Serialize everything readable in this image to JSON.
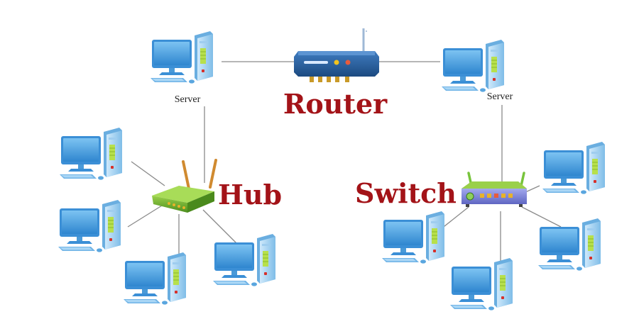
{
  "labels": {
    "router": "Router",
    "hub": "Hub",
    "switch": "Switch",
    "server_left": "Server",
    "server_right": "Server"
  },
  "colors": {
    "label_red": "#a31318",
    "monitor_blue": "#4aa3e0",
    "tower_blue": "#9fd0f0",
    "router_blue": "#2a5e9c",
    "hub_green": "#6fae2e",
    "switch_purple": "#7f86d8",
    "cable": "#8a8a8a"
  },
  "devices": [
    {
      "id": "router",
      "kind": "router"
    },
    {
      "id": "hub",
      "kind": "hub"
    },
    {
      "id": "switch",
      "kind": "switch"
    }
  ],
  "computers": [
    {
      "id": "server-left",
      "group": "router",
      "role": "server"
    },
    {
      "id": "server-right",
      "group": "router",
      "role": "server"
    },
    {
      "id": "hub-pc-1",
      "group": "hub"
    },
    {
      "id": "hub-pc-2",
      "group": "hub"
    },
    {
      "id": "hub-pc-3",
      "group": "hub"
    },
    {
      "id": "hub-pc-4",
      "group": "hub"
    },
    {
      "id": "switch-pc-1",
      "group": "switch"
    },
    {
      "id": "switch-pc-2",
      "group": "switch"
    },
    {
      "id": "switch-pc-3",
      "group": "switch"
    },
    {
      "id": "switch-pc-4",
      "group": "switch"
    }
  ]
}
